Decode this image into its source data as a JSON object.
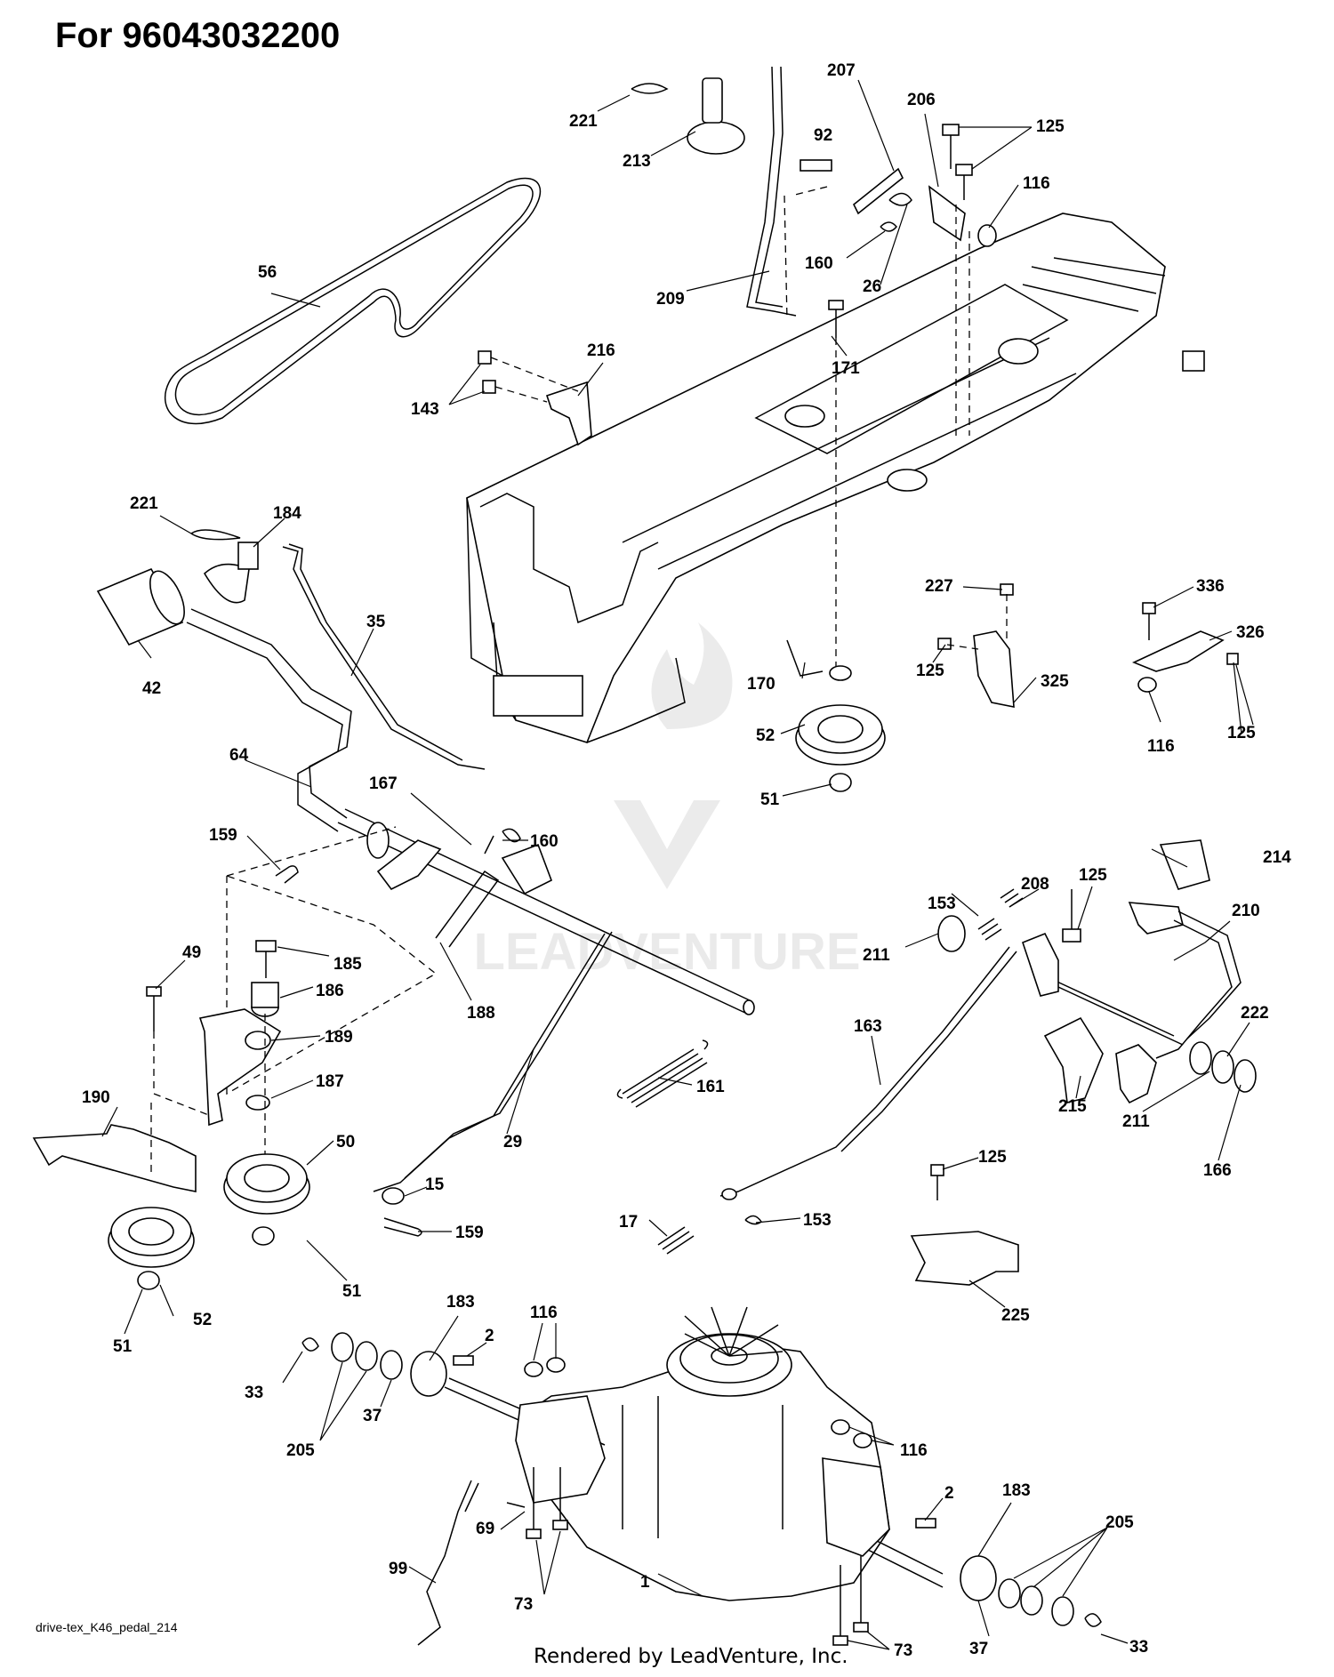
{
  "title": "For 96043032200",
  "diagram_code": "drive-tex_K46_pedal_214",
  "footer": "Rendered by LeadVenture, Inc.",
  "watermark": "LEADVENTURE",
  "callouts": {
    "c221a": "221",
    "c213": "213",
    "c92": "92",
    "c207": "207",
    "c206": "206",
    "c125a": "125",
    "c116a": "116",
    "c160a": "160",
    "c26": "26",
    "c209": "209",
    "c56": "56",
    "c216": "216",
    "c143": "143",
    "c171": "171",
    "c221b": "221",
    "c184": "184",
    "c35": "35",
    "c42": "42",
    "c64": "64",
    "c167": "167",
    "c160b": "160",
    "c159a": "159",
    "c227": "227",
    "c336": "336",
    "c326": "326",
    "c125b": "125",
    "c325": "325",
    "c170": "170",
    "c52a": "52",
    "c51a": "51",
    "c116b": "116",
    "c125c": "125",
    "c49": "49",
    "c185": "185",
    "c186": "186",
    "c189": "189",
    "c187": "187",
    "c188": "188",
    "c153a": "153",
    "c208": "208",
    "c125d": "125",
    "c214": "214",
    "c211a": "211",
    "c210": "210",
    "c163": "163",
    "c222": "222",
    "c190": "190",
    "c50": "50",
    "c29": "29",
    "c161": "161",
    "c15": "15",
    "c159b": "159",
    "c215": "215",
    "c211b": "211",
    "c166": "166",
    "c125e": "125",
    "c17": "17",
    "c153b": "153",
    "c51b": "51",
    "c52b": "52",
    "c51c": "51",
    "c225": "225",
    "c183a": "183",
    "c116c": "116",
    "c2a": "2",
    "c33a": "33",
    "c205a": "205",
    "c37a": "37",
    "c116d": "116",
    "c2b": "2",
    "c183b": "183",
    "c69": "69",
    "c205b": "205",
    "c73a": "73",
    "c99": "99",
    "c1": "1",
    "c33b": "33",
    "c37b": "37",
    "c73b": "73"
  }
}
